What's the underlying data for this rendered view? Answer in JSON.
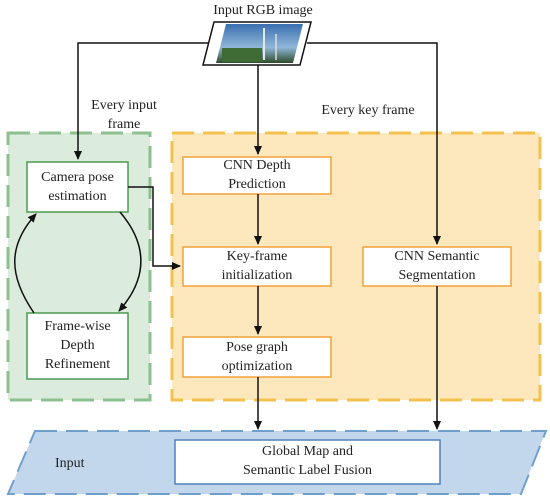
{
  "input_image": {
    "label": "Input RGB image"
  },
  "left_branch": {
    "label_line1": "Every input",
    "label_line2": "frame"
  },
  "right_branch": {
    "label": "Every key frame"
  },
  "left_panel": {
    "camera_pose": {
      "line1": "Camera pose",
      "line2": "estimation"
    },
    "refinement": {
      "line1": "Frame-wise",
      "line2": "Depth",
      "line3": "Refinement"
    }
  },
  "middle_panel": {
    "depth": {
      "line1": "CNN Depth",
      "line2": "Prediction"
    },
    "keyframe": {
      "line1": "Key-frame",
      "line2": "initialization"
    },
    "pose_graph": {
      "line1": "Pose graph",
      "line2": "optimization"
    }
  },
  "semantic": {
    "line1": "CNN Semantic",
    "line2": "Segmentation"
  },
  "output": {
    "side_label": "Input",
    "line1": "Global Map and",
    "line2": "Semantic Label Fusion"
  },
  "colors": {
    "green_fill": "#dcecdc",
    "green_border": "#8dc08f",
    "green_box": "#4a9a4f",
    "yellow_fill": "#fde7bd",
    "yellow_border": "#f2c14e",
    "orange_box": "#f2a23a",
    "blue_fill": "#c3d7ec",
    "blue_border": "#6f9fcc",
    "blue_box": "#4d82bb",
    "arrow": "#111111"
  }
}
